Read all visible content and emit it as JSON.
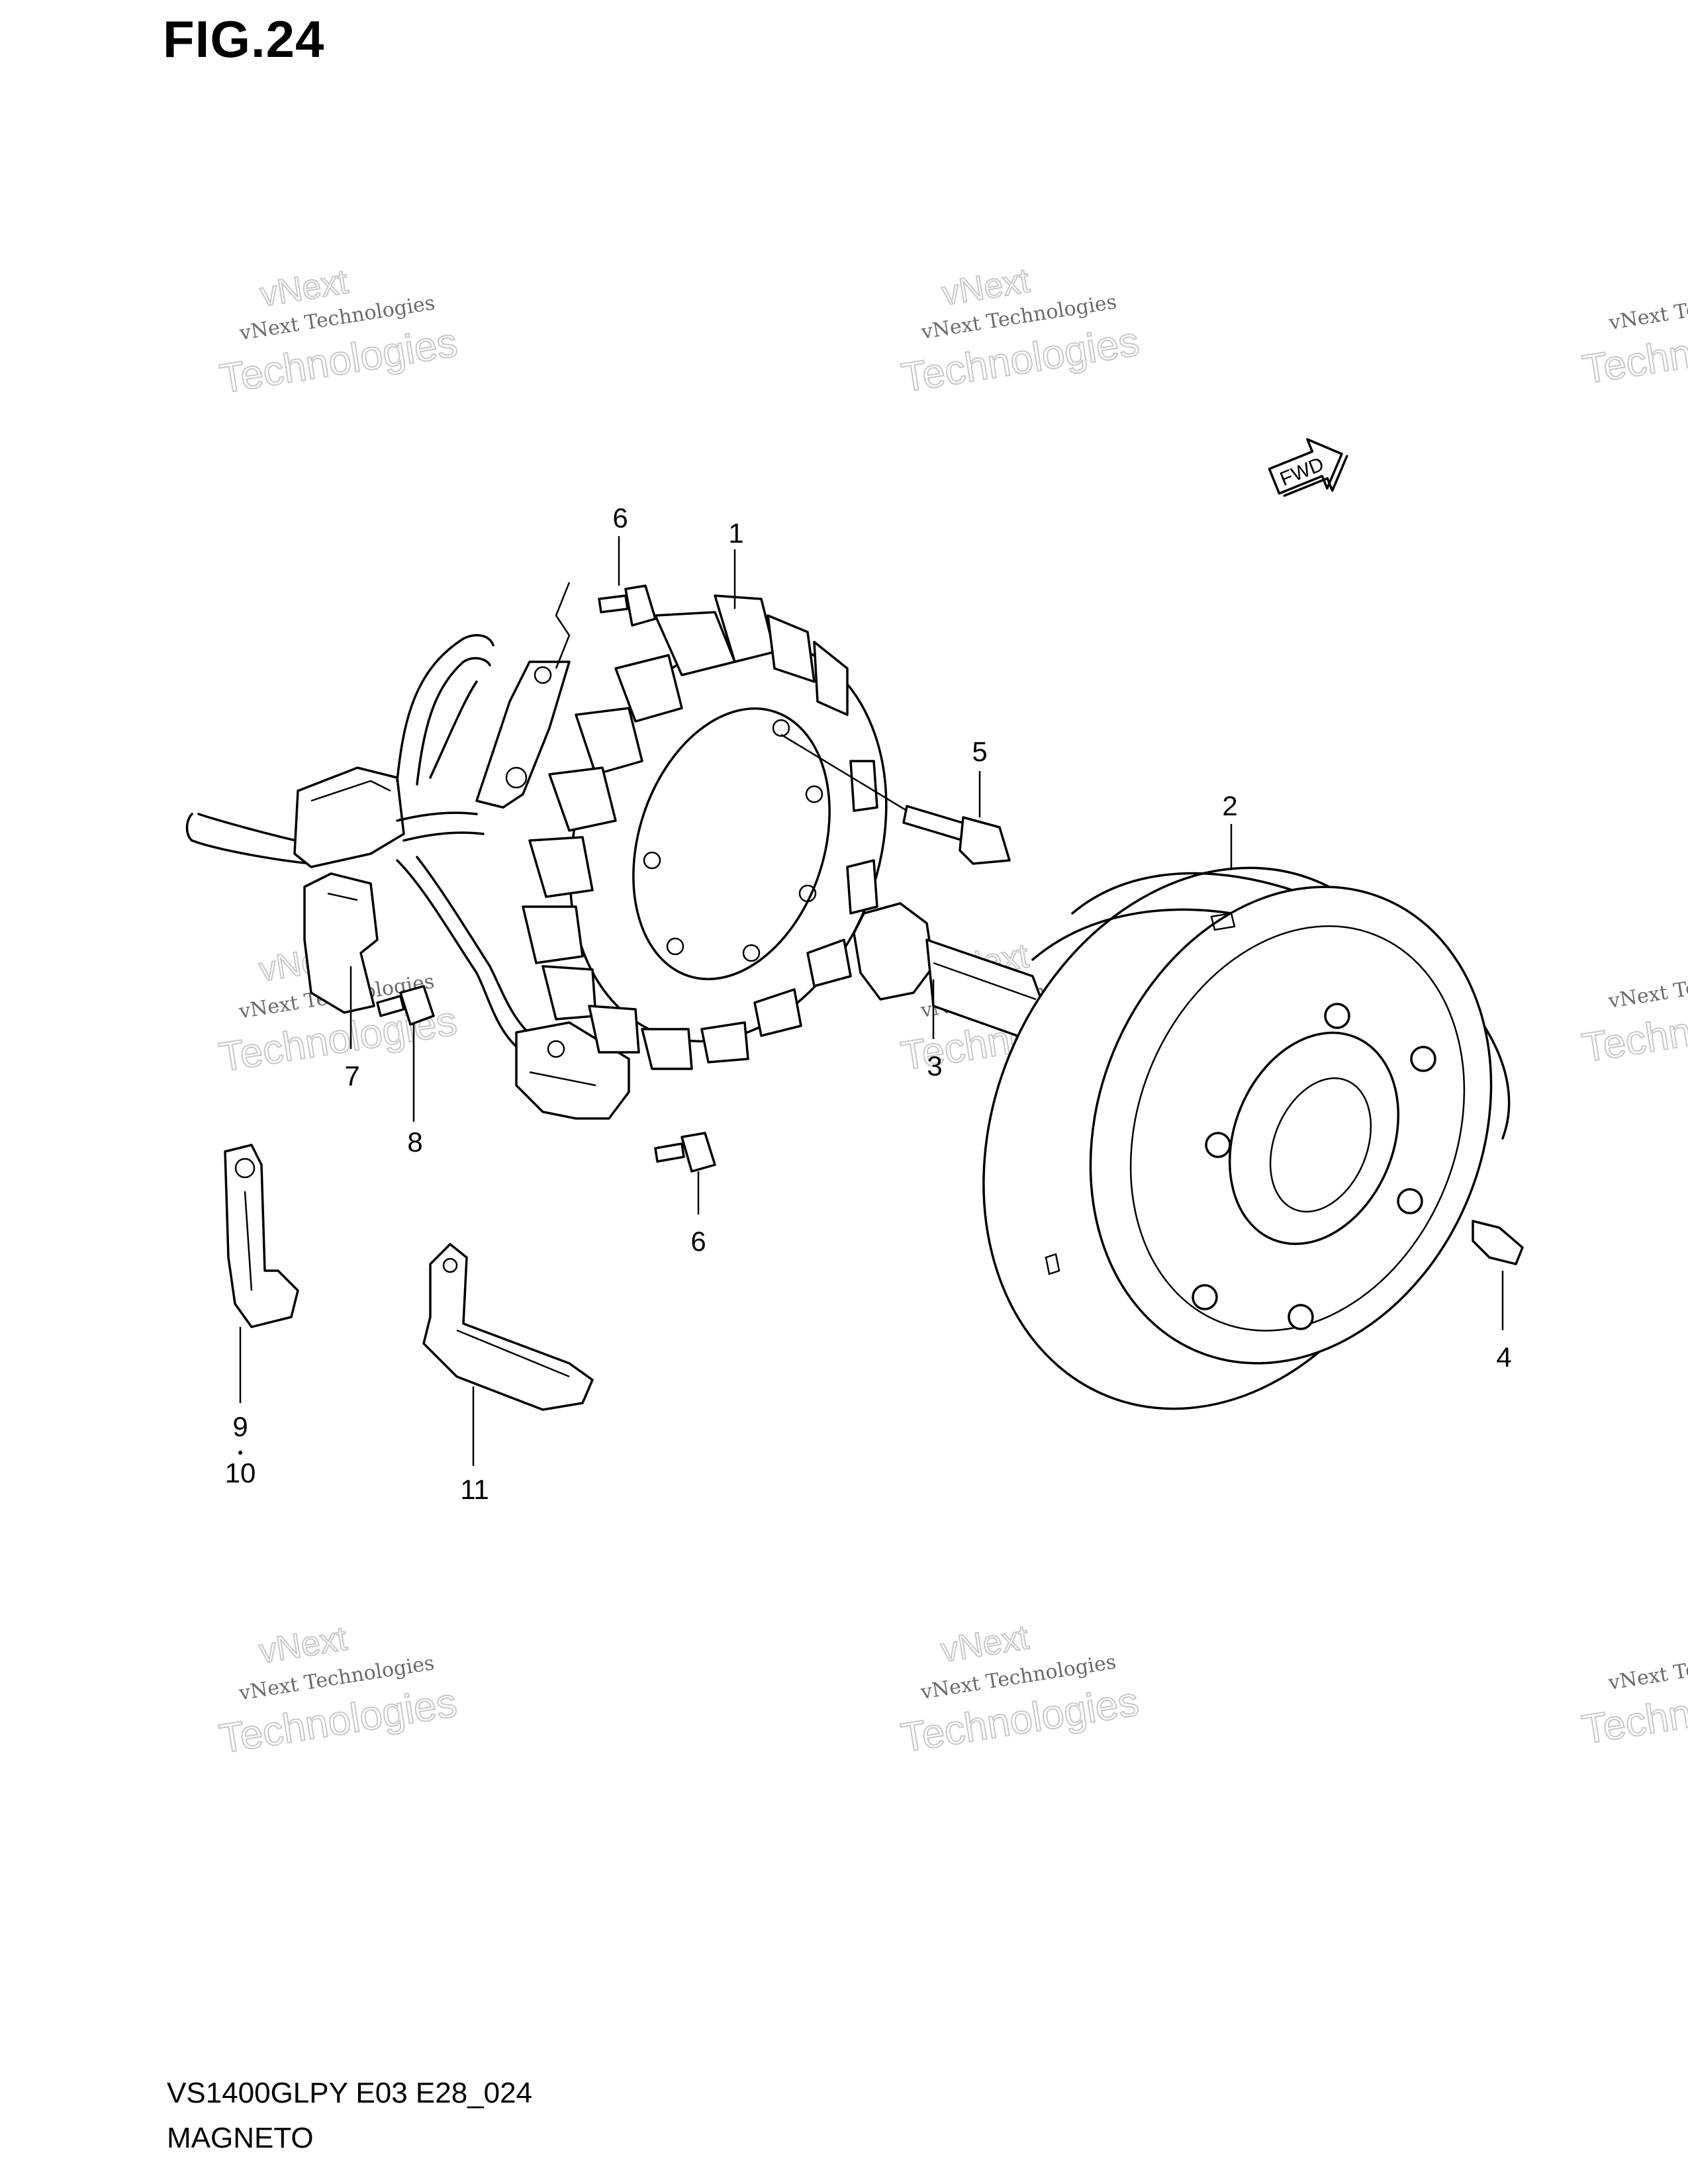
{
  "figure_title": "FIG.24",
  "model_code": "VS1400GLPY E03 E28_024",
  "section_title": "MAGNETO",
  "fwd_label": "FWD",
  "watermark": {
    "line1": "vNext Technologies",
    "line2": "Technologies",
    "line3": "vNext"
  },
  "callouts": {
    "c1": "1",
    "c2": "2",
    "c3": "3",
    "c4": "4",
    "c5": "5",
    "c6a": "6",
    "c6b": "6",
    "c7": "7",
    "c8": "8",
    "c9": "9",
    "c10": "10",
    "c11": "11"
  }
}
